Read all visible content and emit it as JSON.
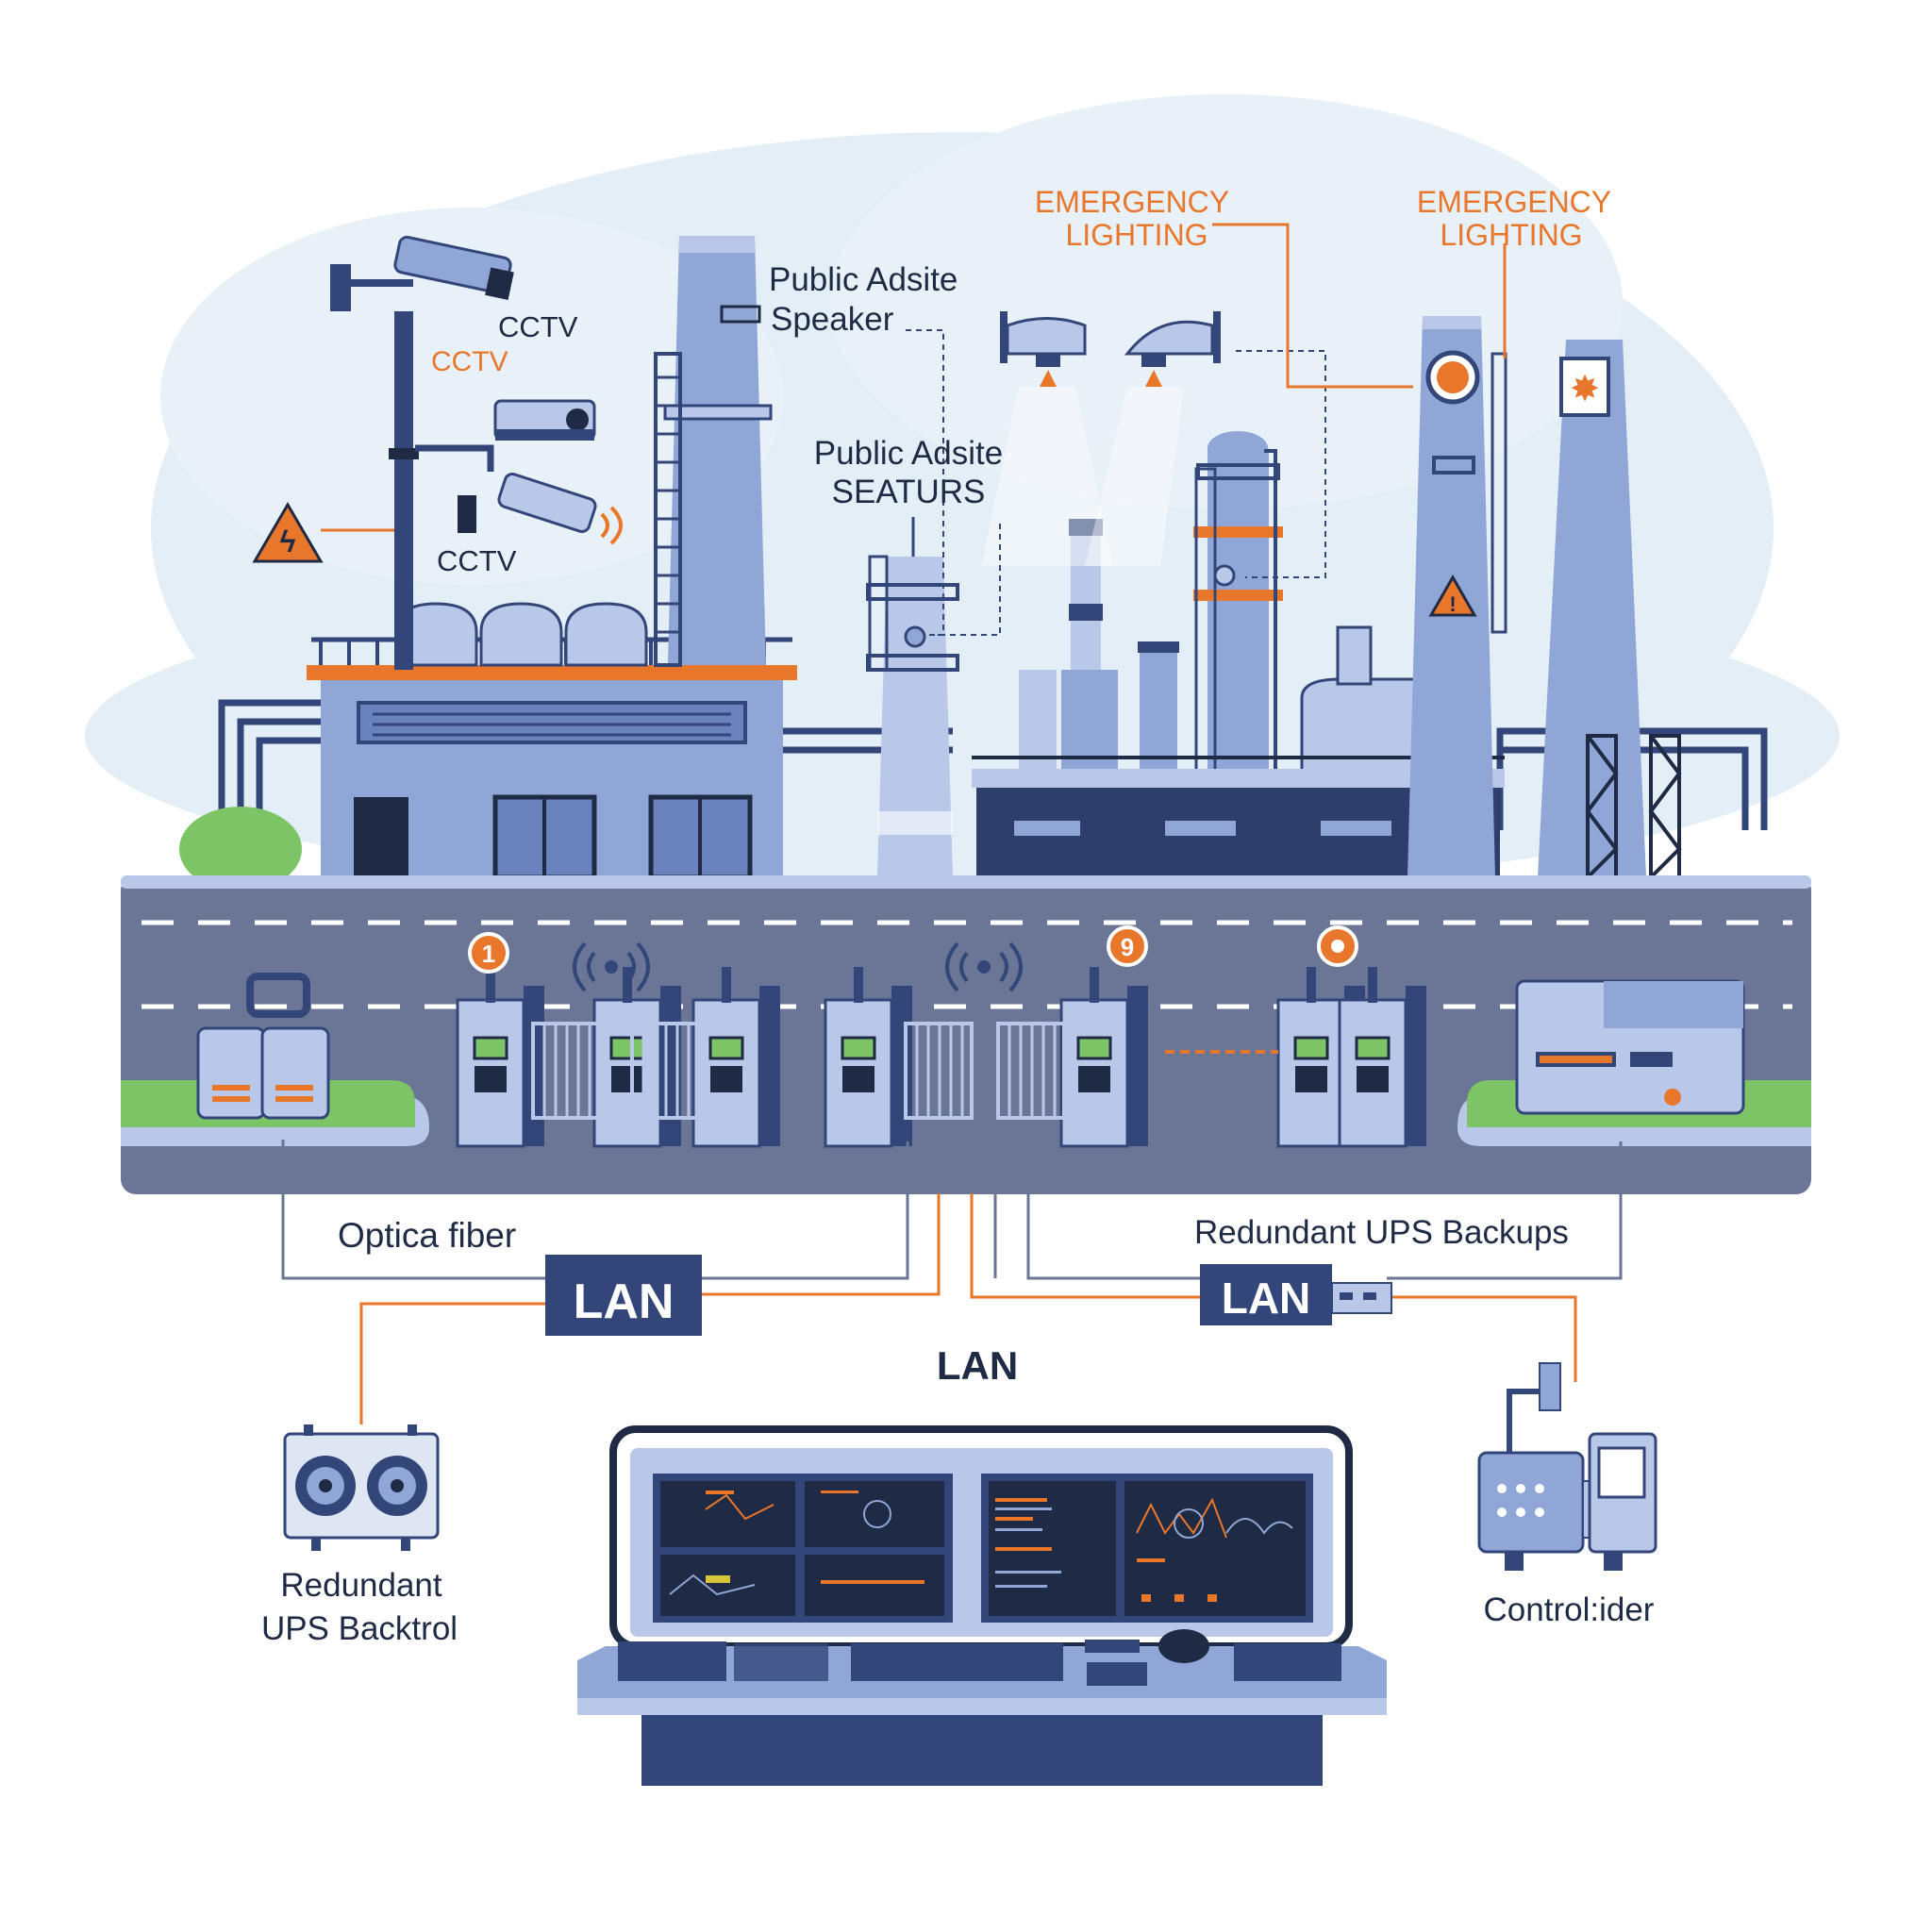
{
  "labels": {
    "cctv_top": "CCTV",
    "cctv_orange": "CCTV",
    "cctv_lower": "CCTV",
    "speaker": "Public Adsite Speaker",
    "speaker_line1": "Public Adsite",
    "speaker_line2": "Speaker",
    "seaturs_line1": "Public Adsite",
    "seaturs_line2": "SEATURS",
    "emergency_left_line1": "EMERGENCY",
    "emergency_left_line2": "LIGHTING",
    "emergency_right_line1": "EMERGENCY",
    "emergency_right_line2": "LIGHTING",
    "optical_fiber": "Optica fiber",
    "ups_backups": "Redundant UPS Backups",
    "lan_left": "LAN",
    "lan_right": "LAN",
    "lan_center": "LAN",
    "ups_backtrol_line1": "Redundant",
    "ups_backtrol_line2": "UPS Backtrol",
    "controller": "Control:ider",
    "gate_badge_1": "1",
    "gate_badge_2": "9"
  },
  "colors": {
    "navy": "#33467a",
    "dark_navy": "#1f2a44",
    "steel_blue": "#8fa6d6",
    "light_blue": "#b9c8e8",
    "road": "#6b7697",
    "accent_orange": "#e8762b",
    "grass": "#7cc466",
    "sky": "#dfeaf3"
  }
}
